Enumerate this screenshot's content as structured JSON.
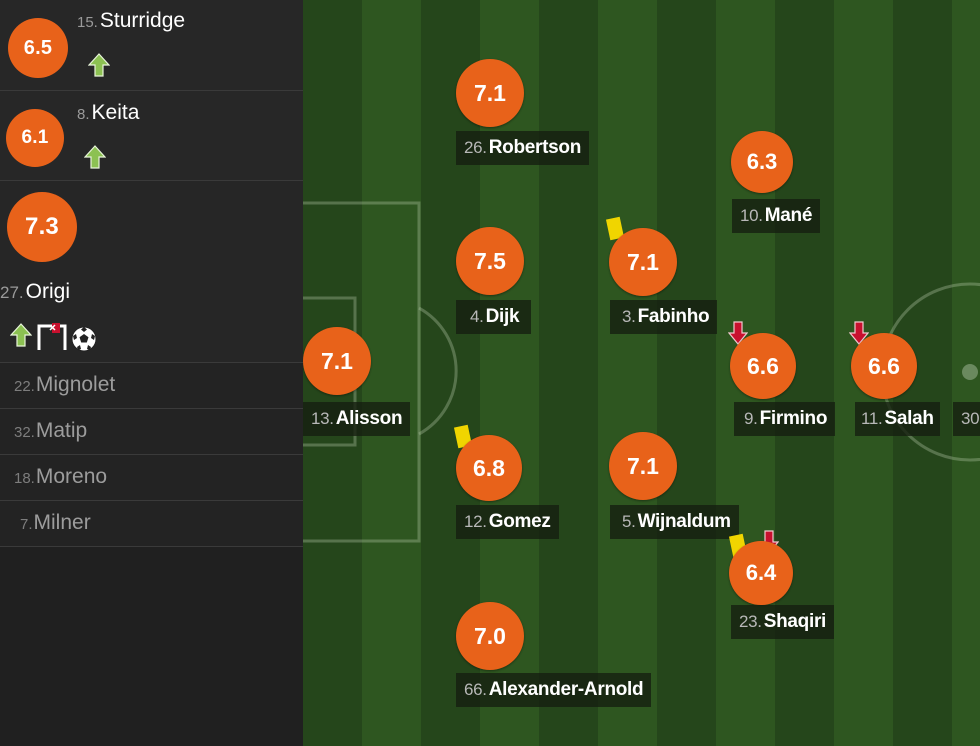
{
  "subs_in": [
    {
      "number": "15.",
      "name": "Sturridge",
      "rating": "6.5",
      "icons": [
        "arrow-up-icon"
      ]
    },
    {
      "number": "8.",
      "name": "Keita",
      "rating": "6.1",
      "icons": [
        "arrow-up-icon"
      ]
    },
    {
      "number": "27.",
      "name": "Origi",
      "rating": "7.3",
      "icons": [
        "arrow-up-icon",
        "goal-post-icon",
        "football-icon"
      ]
    }
  ],
  "bench": [
    {
      "number": "22.",
      "name": "Mignolet"
    },
    {
      "number": "32.",
      "name": "Matip"
    },
    {
      "number": "18.",
      "name": "Moreno"
    },
    {
      "number": "7.",
      "name": "Milner"
    }
  ],
  "lineup": [
    {
      "id": "robertson",
      "number": "26.",
      "name": "Robertson",
      "rating": "7.1"
    },
    {
      "id": "mane",
      "number": "10.",
      "name": "Mané",
      "rating": "6.3"
    },
    {
      "id": "dijk",
      "number": "4.",
      "name": "Dijk",
      "rating": "7.5"
    },
    {
      "id": "fabinho",
      "number": "3.",
      "name": "Fabinho",
      "rating": "7.1",
      "yellow_card": true
    },
    {
      "id": "alisson",
      "number": "13.",
      "name": "Alisson",
      "rating": "7.1"
    },
    {
      "id": "firmino",
      "number": "9.",
      "name": "Firmino",
      "rating": "6.6",
      "subbed_off": true
    },
    {
      "id": "salah",
      "number": "11.",
      "name": "Salah",
      "rating": "6.6",
      "subbed_off": true
    },
    {
      "id": "gomez",
      "number": "12.",
      "name": "Gomez",
      "rating": "6.8",
      "yellow_card": true
    },
    {
      "id": "wijnaldum",
      "number": "5.",
      "name": "Wijnaldum",
      "rating": "7.1"
    },
    {
      "id": "shaqiri",
      "number": "23.",
      "name": "Shaqiri",
      "rating": "6.4",
      "yellow_card": true,
      "subbed_off": true
    },
    {
      "id": "alexander-arnold",
      "number": "66.",
      "name": "Alexander-Arnold",
      "rating": "7.0"
    }
  ],
  "cut_off_label": "30",
  "colors": {
    "rating_badge": "#e8621a",
    "pitch_dark": "#25461b",
    "pitch_light": "#2e5620",
    "sub_in_arrow": "#8cc152",
    "sub_off_arrow": "#c8102e",
    "yellow_card": "#f0d500"
  }
}
